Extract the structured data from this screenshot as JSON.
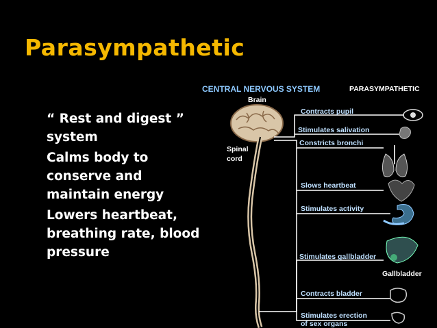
{
  "title": "Parasympathetic",
  "bullets": [
    {
      "mark": "",
      "text": "“ Rest and digest ” system"
    },
    {
      "mark": "",
      "text": "Calms body to conserve and maintain energy"
    },
    {
      "mark": "",
      "text": "Lowers heartbeat, breathing rate, blood pressure"
    }
  ],
  "diagram": {
    "cns_label": "CENTRAL NERVOUS SYSTEM",
    "parasympathetic_label": "PARASYMPATHETIC",
    "brain_label": "Brain",
    "spinal_label_1": "Spinal",
    "spinal_label_2": "cord",
    "gallbladder_label": "Gallbladder",
    "effects": [
      "Contracts pupil",
      "Stimulates salivation",
      "Constricts bronchi",
      "Slows heartbeat",
      "Stimulates activity",
      "Stimulates gallbladder",
      "Contracts bladder",
      "Stimulates erection",
      "of sex organs"
    ]
  },
  "colors": {
    "title": "#f5b800",
    "cns_label": "#8ec9ff",
    "effect_label": "#bfe0ff",
    "nerve": "#ffffff"
  }
}
